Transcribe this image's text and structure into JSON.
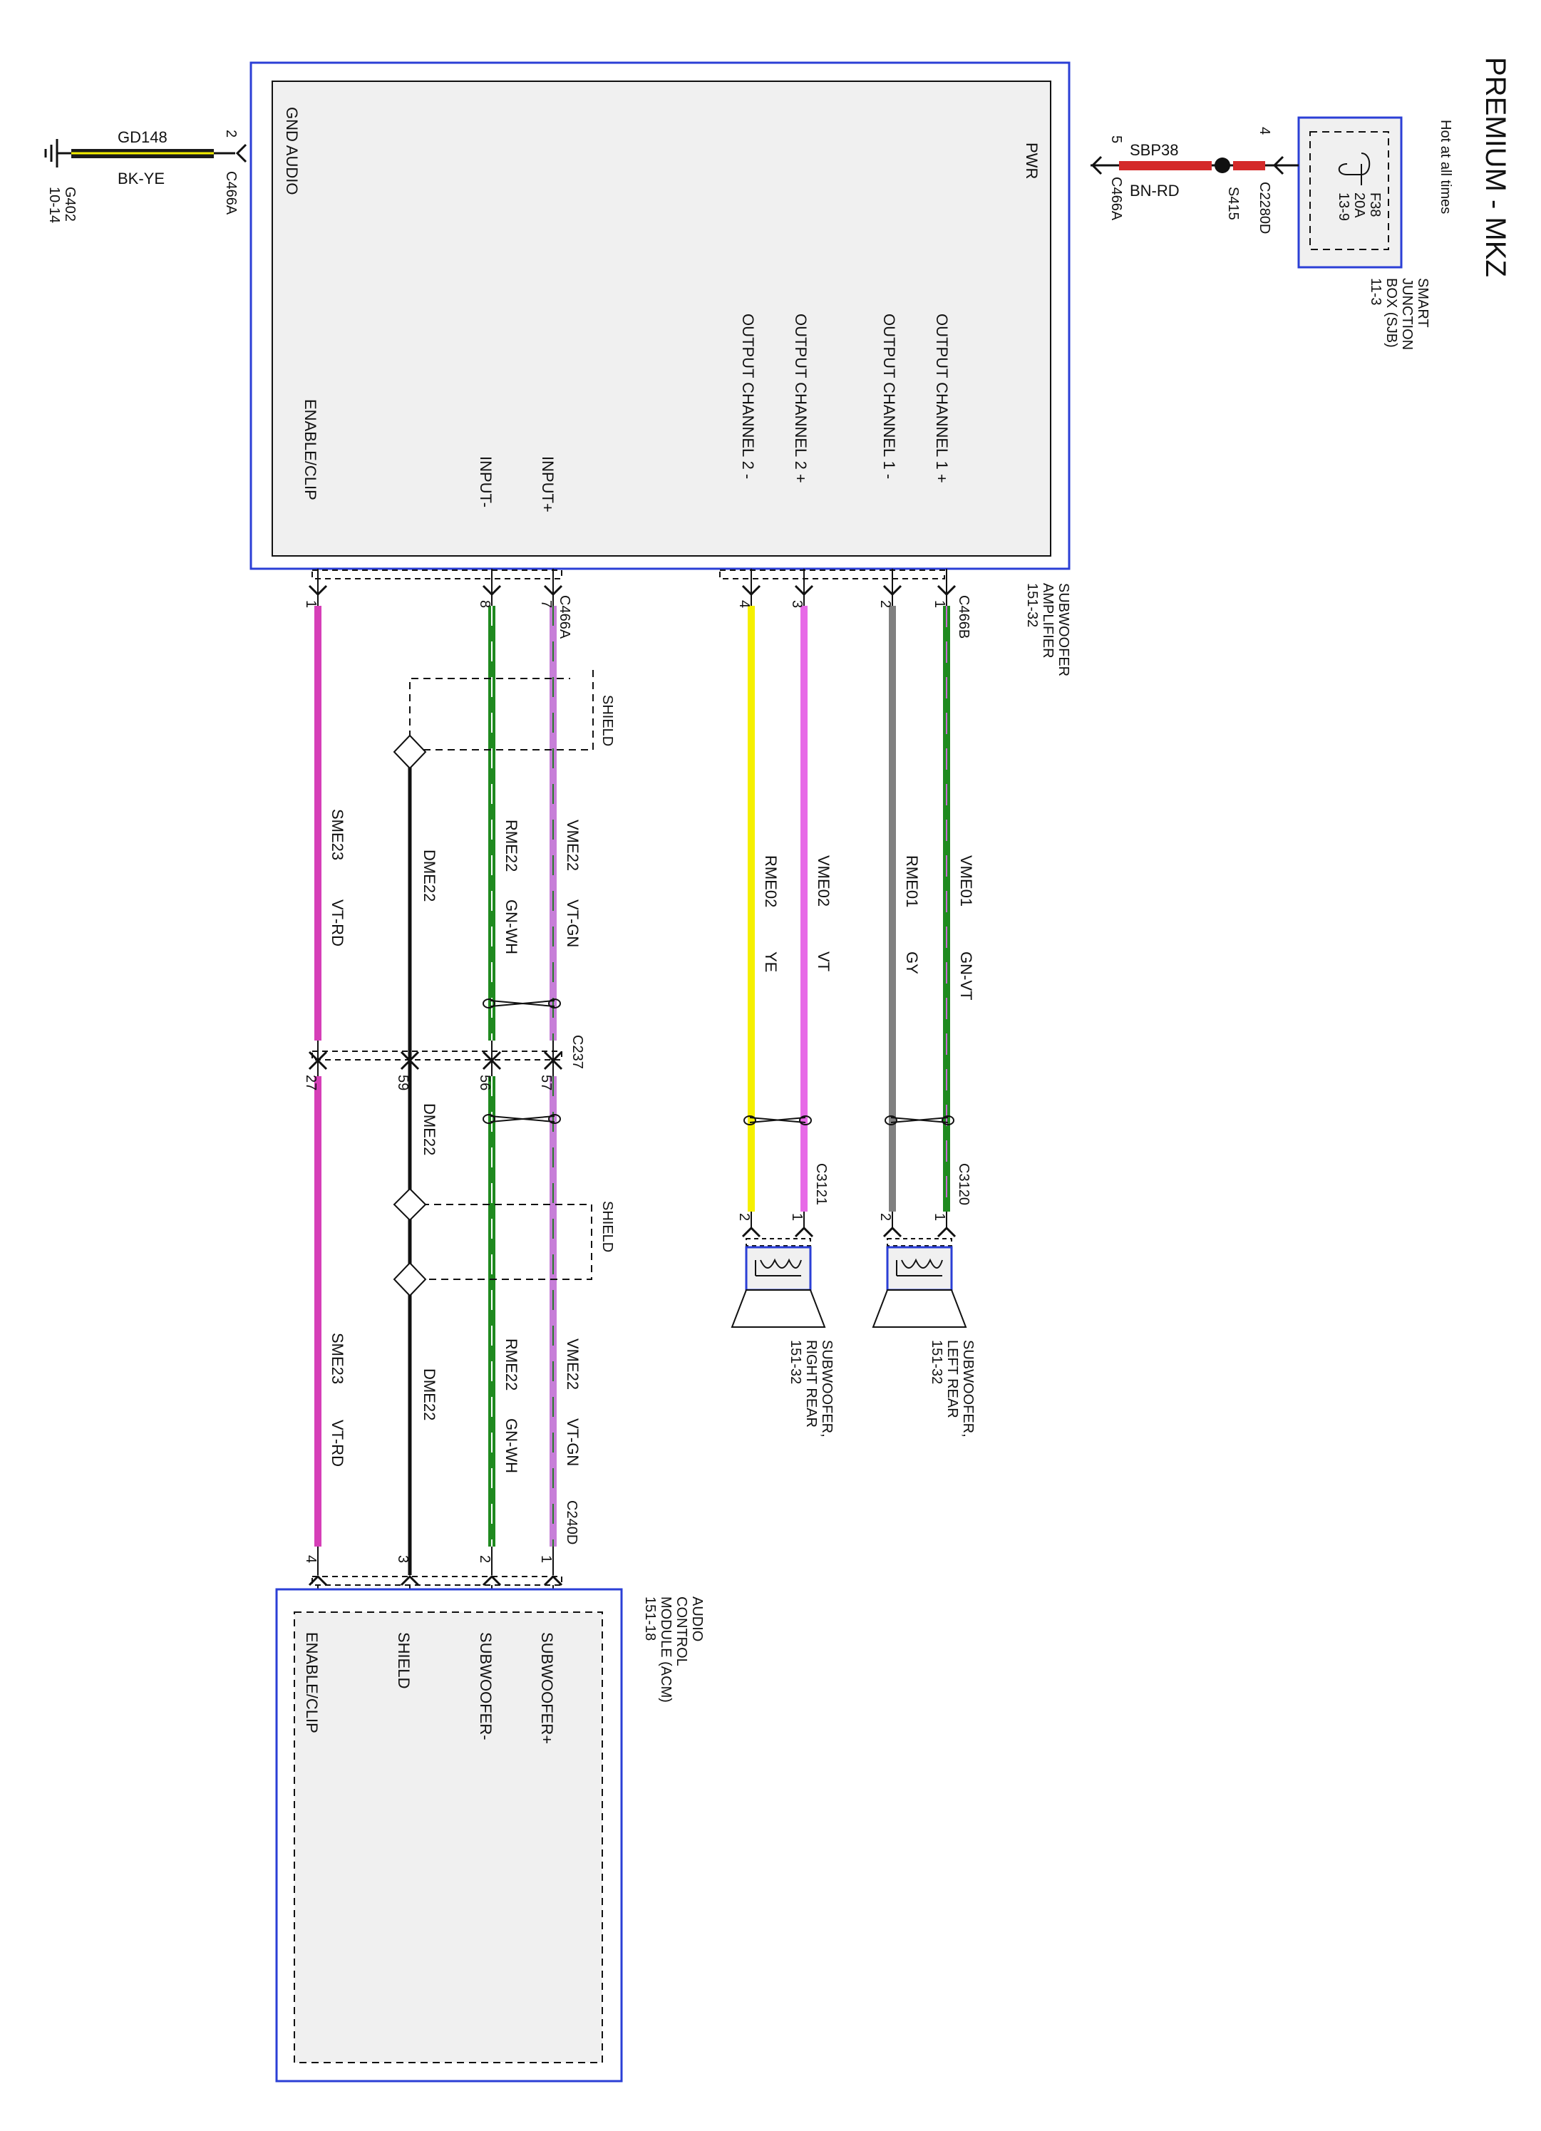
{
  "title": "PREMIUM - MKZ",
  "colors": {
    "module_border": "#2b3fd6",
    "module_fill": "#f0f0f0",
    "red": "#d42a2a",
    "yellow": "#f5f000",
    "violet": "#e76ae7",
    "pink": "#d63fb8",
    "green": "#1f8a1f",
    "gray": "#808080",
    "black": "#111111"
  },
  "sjb": {
    "label": [
      "SMART",
      "JUNCTION",
      "BOX (SJB)",
      "11-3"
    ],
    "hot": "Hot at all times",
    "fuse": [
      "F38",
      "20A",
      "13-9"
    ],
    "pin": "4",
    "connector": "C2280D"
  },
  "power": {
    "splice": "S415",
    "circuit": "SBP38",
    "color_code": "BN-RD",
    "pin": "5",
    "connector": "C466A"
  },
  "ground": {
    "circuit": "GD148",
    "color_code": "BK-YE",
    "pin": "2",
    "connector": "C466A",
    "ground_ref": [
      "G402",
      "10-14"
    ]
  },
  "amplifier": {
    "name": [
      "SUBWOOFER",
      "AMPLIFIER",
      "151-32"
    ],
    "pins": {
      "gnd": "GND AUDIO",
      "pwr": "PWR",
      "out1p": "OUTPUT CHANNEL 1 +",
      "out1m": "OUTPUT CHANNEL 1 -",
      "out2p": "OUTPUT CHANNEL 2 +",
      "out2m": "OUTPUT CHANNEL 2 -",
      "inp": "INPUT+",
      "inm": "INPUT-",
      "enable": "ENABLE/CLIP"
    },
    "connector_b": "C466B",
    "connector_a": "C466A"
  },
  "speaker_wires": {
    "w1": {
      "pin": "1",
      "circuit": "VME01",
      "color_code": "GN-VT"
    },
    "w2": {
      "pin": "2",
      "circuit": "RME01",
      "color_code": "GY"
    },
    "w3": {
      "pin": "3",
      "circuit": "VME02",
      "color_code": "VT"
    },
    "w4": {
      "pin": "4",
      "circuit": "RME02",
      "color_code": "YE"
    }
  },
  "signal_wires": {
    "inp": {
      "pin": "7",
      "circuit": "VME22",
      "color_code": "VT-GN",
      "c237_pin": "57",
      "acm_pin": "1"
    },
    "inm": {
      "pin": "8",
      "circuit": "RME22",
      "color_code": "GN-WH",
      "c237_pin": "56",
      "acm_pin": "2"
    },
    "shield": {
      "circuit": "DME22",
      "c237_pin": "59",
      "acm_pin": "3"
    },
    "enable": {
      "pin": "1",
      "circuit": "SME23",
      "color_code": "VT-RD",
      "c237_pin": "27",
      "acm_pin": "4"
    }
  },
  "shield_label": "SHIELD",
  "inline_connector": "C237",
  "speaker_connectors": {
    "left": "C3120",
    "right": "C3121"
  },
  "speaker_pins": {
    "p1": "1",
    "p2": "2"
  },
  "left_speaker": [
    "SUBWOOFER,",
    "LEFT REAR",
    "151-32"
  ],
  "right_speaker": [
    "SUBWOOFER,",
    "RIGHT REAR",
    "151-32"
  ],
  "acm": {
    "name": [
      "AUDIO",
      "CONTROL",
      "MODULE (ACM)",
      "151-18"
    ],
    "connector": "C240D",
    "pins": {
      "subp": "SUBWOOFER+",
      "subm": "SUBWOOFER-",
      "shield": "SHIELD",
      "enable": "ENABLE/CLIP"
    }
  }
}
